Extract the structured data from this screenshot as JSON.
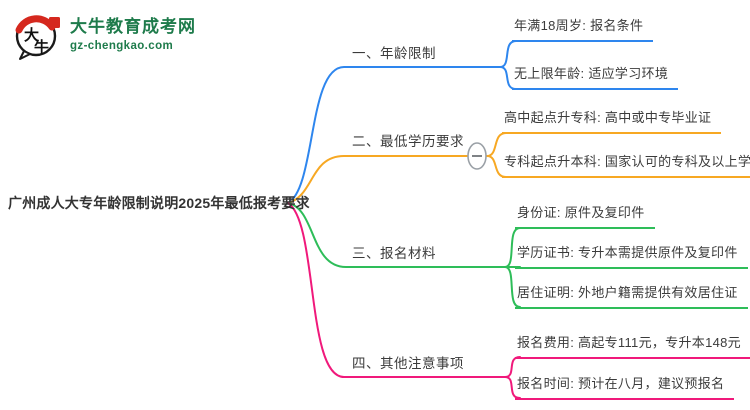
{
  "brand": {
    "site_name": "大牛教育成考网",
    "site_url": "gz-chengkao.com",
    "logo_chars_1": "大",
    "logo_chars_2": "牛",
    "green": "#1E7B4B",
    "red": "#D5281E"
  },
  "root": {
    "label": "广州成人大专年龄限制说明2025年最低报考要求"
  },
  "branches": [
    {
      "label": "一、年龄限制",
      "color": "#2E86EE",
      "children": [
        "年满18周岁: 报名条件",
        "无上限年龄: 适应学习环境"
      ]
    },
    {
      "label": "二、最低学历要求",
      "color": "#F7A823",
      "children": [
        "高中起点升专科: 高中或中专毕业证",
        "专科起点升本科: 国家认可的专科及以上学历"
      ]
    },
    {
      "label": "三、报名材料",
      "color": "#2EBD59",
      "children": [
        "身份证: 原件及复印件",
        "学历证书: 专升本需提供原件及复印件",
        "居住证明: 外地户籍需提供有效居住证"
      ]
    },
    {
      "label": "四、其他注意事项",
      "color": "#F0197B",
      "children": [
        "报名费用: 高起专111元，专升本148元",
        "报名时间: 预计在八月，建议预报名"
      ]
    }
  ]
}
